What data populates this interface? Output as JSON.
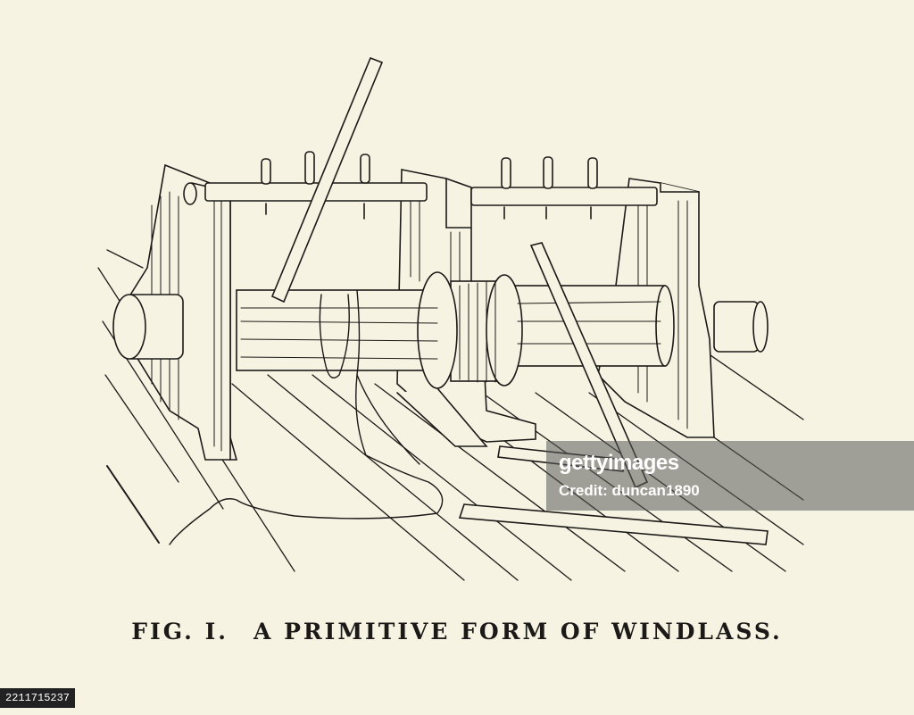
{
  "figure": {
    "label": "FIG. I.",
    "title": "A PRIMITIVE FORM OF WINDLASS."
  },
  "watermark": {
    "brand": "gettyimages",
    "credit": "Credit: duncan1890"
  },
  "image_id": "2211715237",
  "colors": {
    "paper": "#f7f3e3",
    "ink": "#1c1a18"
  }
}
